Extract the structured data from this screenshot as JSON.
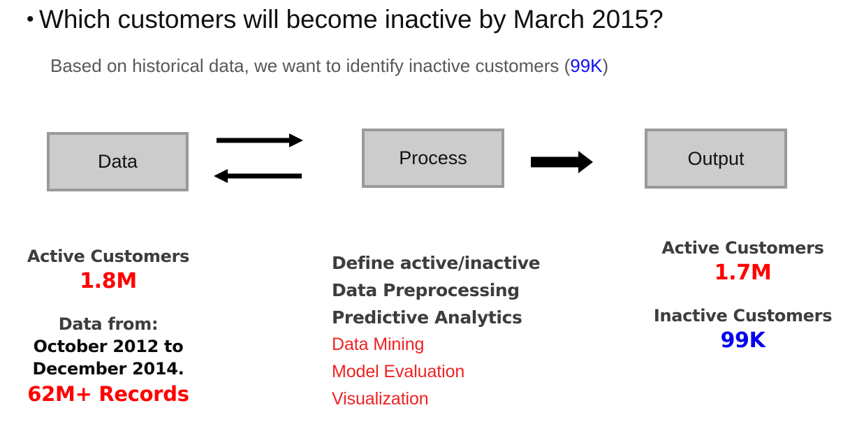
{
  "header": {
    "bullet": "•",
    "title": "Which customers will become inactive by March 2015?",
    "subtitle_prefix": "Based on historical data, we want to identify inactive customers (",
    "subtitle_highlight": "99K",
    "subtitle_suffix": ")",
    "highlight_color": "#1111ee"
  },
  "flow": {
    "boxes": [
      {
        "id": "data",
        "label": "Data"
      },
      {
        "id": "process",
        "label": "Process"
      },
      {
        "id": "output",
        "label": "Output"
      }
    ],
    "arrows": [
      {
        "id": "data-to-process",
        "direction": "right",
        "style": "thin"
      },
      {
        "id": "process-to-data",
        "direction": "left",
        "style": "thin"
      },
      {
        "id": "process-to-output",
        "direction": "right",
        "style": "thick"
      }
    ],
    "box_fill": "#cccccc",
    "box_border": "#9a9a9a"
  },
  "columns": {
    "left": {
      "metric_label": "Active Customers",
      "metric_value": "1.8M",
      "metric_value_color": "#ff0000",
      "range_label": "Data from:",
      "range_line1": "October 2012 to",
      "range_line2": "December 2014.",
      "records": "62M+ Records",
      "records_color": "#ff0000"
    },
    "middle": {
      "steps": [
        {
          "text": "Define active/inactive",
          "emphasis": "dark"
        },
        {
          "text": "Data Preprocessing",
          "emphasis": "dark"
        },
        {
          "text": "Predictive Analytics",
          "emphasis": "dark"
        },
        {
          "text": "Data Mining",
          "emphasis": "red"
        },
        {
          "text": "Model Evaluation",
          "emphasis": "red"
        },
        {
          "text": "Visualization",
          "emphasis": "red"
        }
      ]
    },
    "right": {
      "active_label": "Active Customers",
      "active_value": "1.7M",
      "active_value_color": "#ff0000",
      "inactive_label": "Inactive Customers",
      "inactive_value": "99K",
      "inactive_value_color": "#0000ee"
    }
  }
}
